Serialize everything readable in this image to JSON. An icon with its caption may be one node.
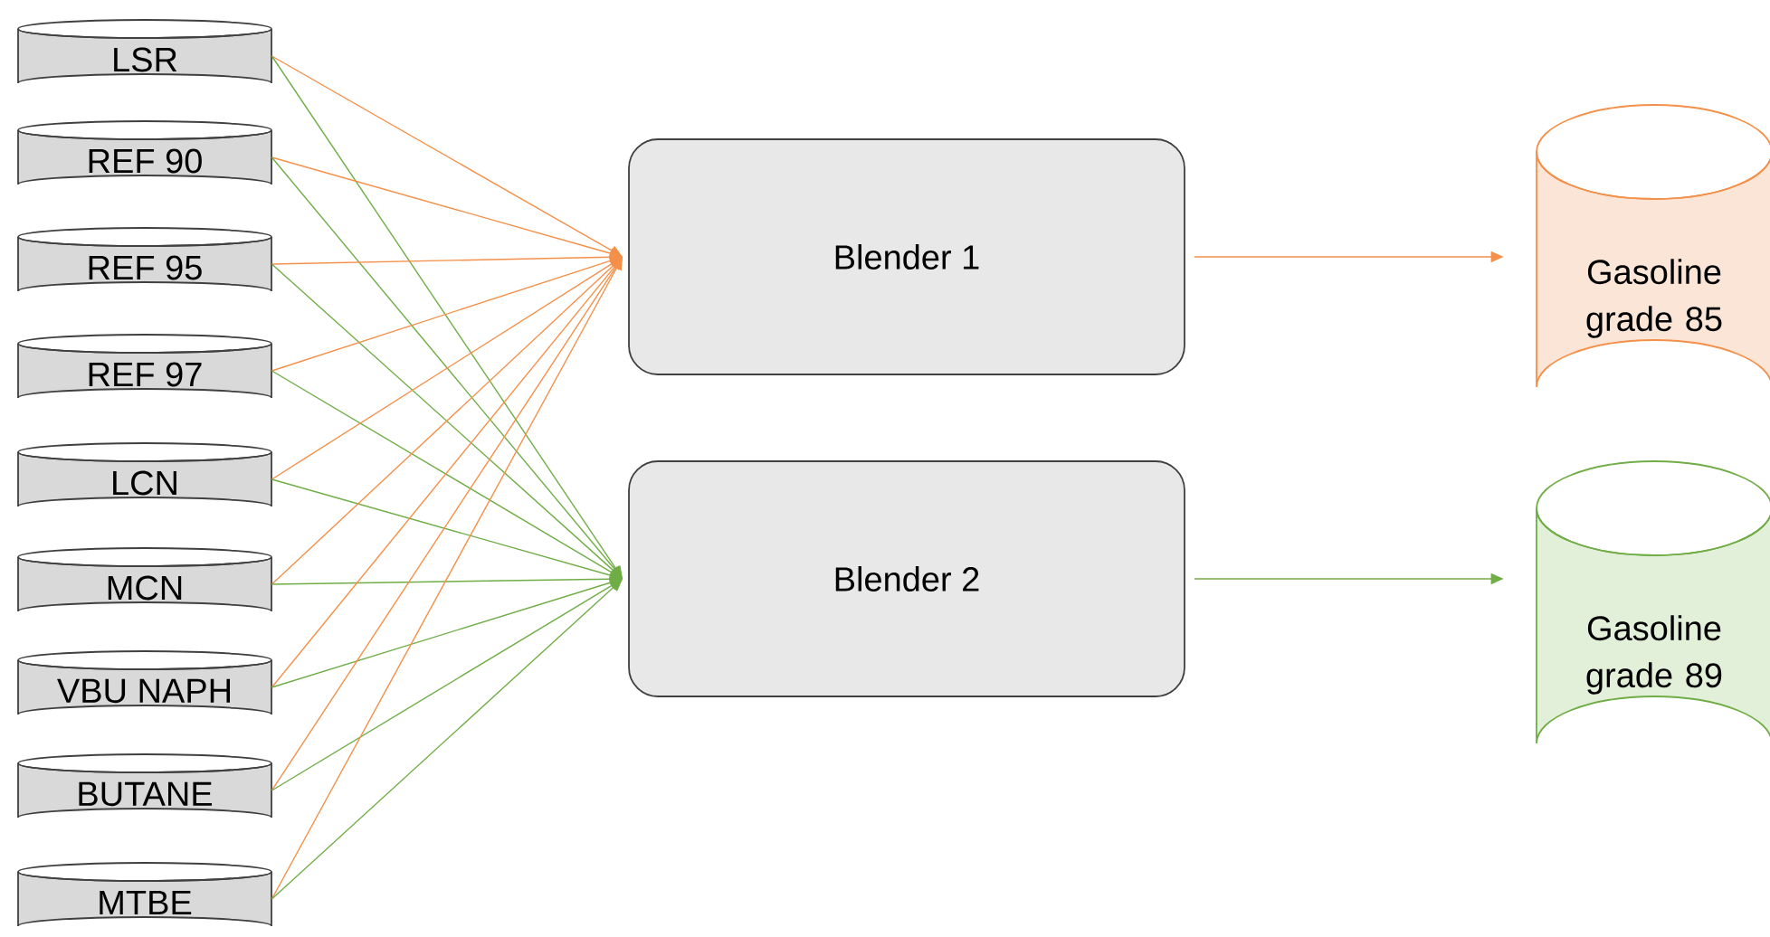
{
  "diagram": {
    "nodes": [
      {
        "text": [
          "LSR"
        ]
      },
      {
        "text": [
          "REF 90"
        ]
      },
      {
        "text": [
          "REF 95"
        ]
      },
      {
        "text": [
          "REF 97"
        ]
      },
      {
        "text": [
          "LCN"
        ]
      },
      {
        "text": [
          "MCN"
        ]
      },
      {
        "text": [
          "VBU NAPH"
        ]
      },
      {
        "text": [
          "BUTANE"
        ]
      },
      {
        "text": [
          "MTBE"
        ]
      },
      {
        "text": [
          "Blender 1"
        ]
      },
      {
        "text": [
          "Blender 2"
        ]
      },
      {
        "text": [
          "Gasoline grade 85"
        ]
      },
      {
        "text": [
          "Gasoline grade 89"
        ]
      }
    ],
    "edges": [
      {
        "from": 0,
        "to": 9,
        "arrow": "to",
        "color": "#f4904a"
      },
      {
        "from": 0,
        "to": 10,
        "arrow": "to",
        "color": "#70ad47"
      },
      {
        "from": 1,
        "to": 9,
        "arrow": "to",
        "color": "#f4904a"
      },
      {
        "from": 1,
        "to": 10,
        "arrow": "to",
        "color": "#70ad47"
      },
      {
        "from": 2,
        "to": 9,
        "arrow": "to",
        "color": "#f4904a"
      },
      {
        "from": 2,
        "to": 10,
        "arrow": "to",
        "color": "#70ad47"
      },
      {
        "from": 3,
        "to": 9,
        "arrow": "to",
        "color": "#f4904a"
      },
      {
        "from": 3,
        "to": 10,
        "arrow": "to",
        "color": "#70ad47"
      },
      {
        "from": 4,
        "to": 9,
        "arrow": "to",
        "color": "#f4904a"
      },
      {
        "from": 4,
        "to": 10,
        "arrow": "to",
        "color": "#70ad47"
      },
      {
        "from": 5,
        "to": 9,
        "arrow": "to",
        "color": "#f4904a"
      },
      {
        "from": 5,
        "to": 10,
        "arrow": "to",
        "color": "#70ad47"
      },
      {
        "from": 6,
        "to": 9,
        "arrow": "to",
        "color": "#f4904a"
      },
      {
        "from": 6,
        "to": 10,
        "arrow": "to",
        "color": "#70ad47"
      },
      {
        "from": 7,
        "to": 9,
        "arrow": "to",
        "color": "#f4904a"
      },
      {
        "from": 7,
        "to": 10,
        "arrow": "to",
        "color": "#70ad47"
      },
      {
        "from": 8,
        "to": 9,
        "arrow": "to",
        "color": "#f4904a"
      },
      {
        "from": 8,
        "to": 10,
        "arrow": "to",
        "color": "#70ad47"
      },
      {
        "from": 9,
        "to": 11,
        "arrow": "to",
        "color": "#f4904a"
      },
      {
        "from": 10,
        "to": 12,
        "arrow": "to",
        "color": "#70ad47"
      }
    ]
  }
}
